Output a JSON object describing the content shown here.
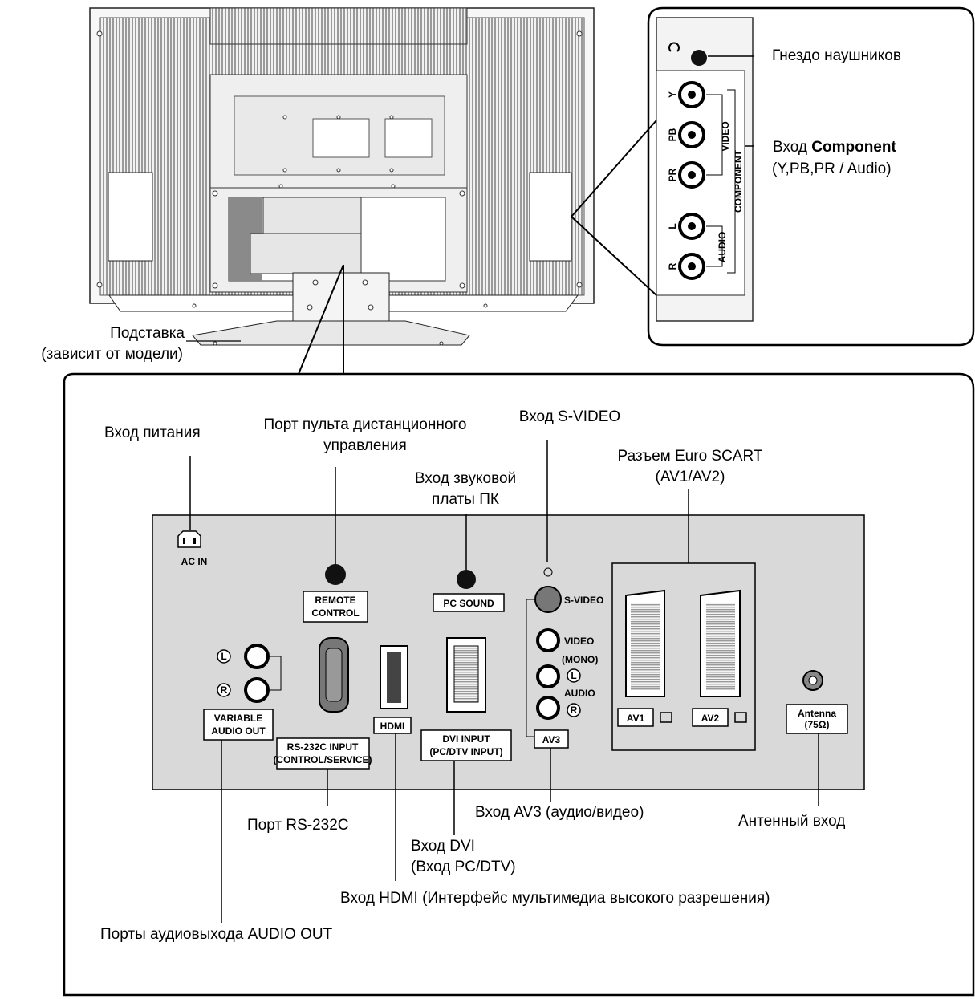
{
  "callouts": {
    "headphone_jack": "Гнездо наушников",
    "component_input_prefix": "Вход",
    "component_input_bold": "Component",
    "component_input_sub": "(Y,PB,PR / Audio)",
    "stand_line1": "Подставка",
    "stand_line2": "(зависит от модели)",
    "power_input": "Вход питания",
    "remote_port_line1": "Порт пульта дистанционного",
    "remote_port_line2": "управления",
    "svideo_input": "Вход S-VIDEO",
    "pc_sound_line1": "Вход звуковой",
    "pc_sound_line2": "платы ПК",
    "scart_line1": "Разъем Euro SCART",
    "scart_line2": "(AV1/AV2)",
    "rs232_port": "Порт RS-232C",
    "av3_input": "Вход AV3 (аудио/видео)",
    "antenna_input": "Антенный вход",
    "dvi_line1": "Вход DVI",
    "dvi_line2": "(Вход PC/DTV)",
    "hdmi_input": "Вход HDMI (Интерфейс мультимедиа высокого разрешения)",
    "audio_out_ports": "Порты аудиовыхода AUDIO OUT"
  },
  "side_panel": {
    "y": "Y",
    "pb": "PB",
    "pr": "PR",
    "l": "L",
    "r": "R",
    "video": "VIDEO",
    "component": "COMPONENT",
    "audio": "AUDIO"
  },
  "panel": {
    "ac_in": "AC IN",
    "remote_control_1": "REMOTE",
    "remote_control_2": "CONTROL",
    "pc_sound": "PC SOUND",
    "s_video": "S-VIDEO",
    "video": "VIDEO",
    "mono": "(MONO)",
    "audio": "AUDIO",
    "av3": "AV3",
    "variable_1": "VARIABLE",
    "variable_2": "AUDIO OUT",
    "rs232_1": "RS-232C INPUT",
    "rs232_2": "(CONTROL/SERVICE)",
    "hdmi": "HDMI",
    "dvi_1": "DVI INPUT",
    "dvi_2": "(PC/DTV INPUT)",
    "av1": "AV1",
    "av2": "AV2",
    "antenna_1": "Antenna",
    "antenna_2": "(75Ω)",
    "l_glyph": "L",
    "r_glyph": "R"
  }
}
